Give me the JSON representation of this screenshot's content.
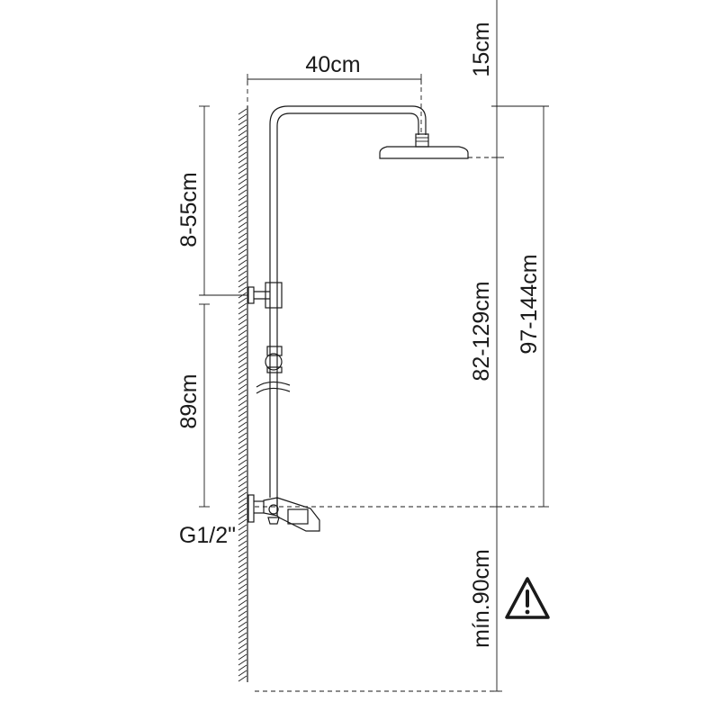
{
  "dimensions": {
    "arm_length": "40cm",
    "top_clearance": "15cm",
    "holder_adjust": "8-55cm",
    "mixer_to_holder": "89cm",
    "mixer_to_head": "82-129cm",
    "mixer_to_top": "97-144cm",
    "min_height": "mín.90cm"
  },
  "connection": {
    "thread": "G1/2\""
  },
  "icons": {
    "warning": "warning-triangle-icon"
  },
  "colors": {
    "line": "#1a1a1a",
    "background": "#ffffff"
  }
}
